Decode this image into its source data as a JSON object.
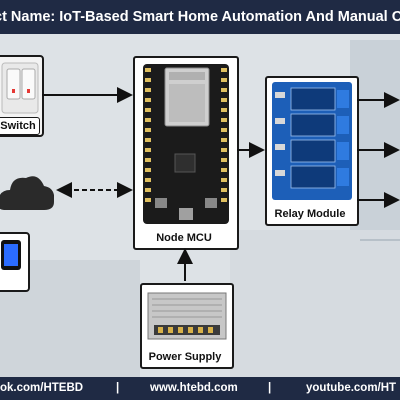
{
  "title": "ct Name: IoT-Based Smart Home Automation And Manual Co",
  "nodes": {
    "switch": "Switch",
    "node_mcu": "Node MCU",
    "relay": "Relay Module",
    "power": "Power Supply"
  },
  "footer": {
    "left": "ok.com/HTEBD",
    "sep1": "|",
    "middle": "www.htebd.com",
    "sep2": "|",
    "right": "youtube.com/HT"
  },
  "colors": {
    "header": "#1f2a44",
    "board": "#1b1b1b",
    "relay_board": "#1d5fb8",
    "arrow": "#111111"
  }
}
